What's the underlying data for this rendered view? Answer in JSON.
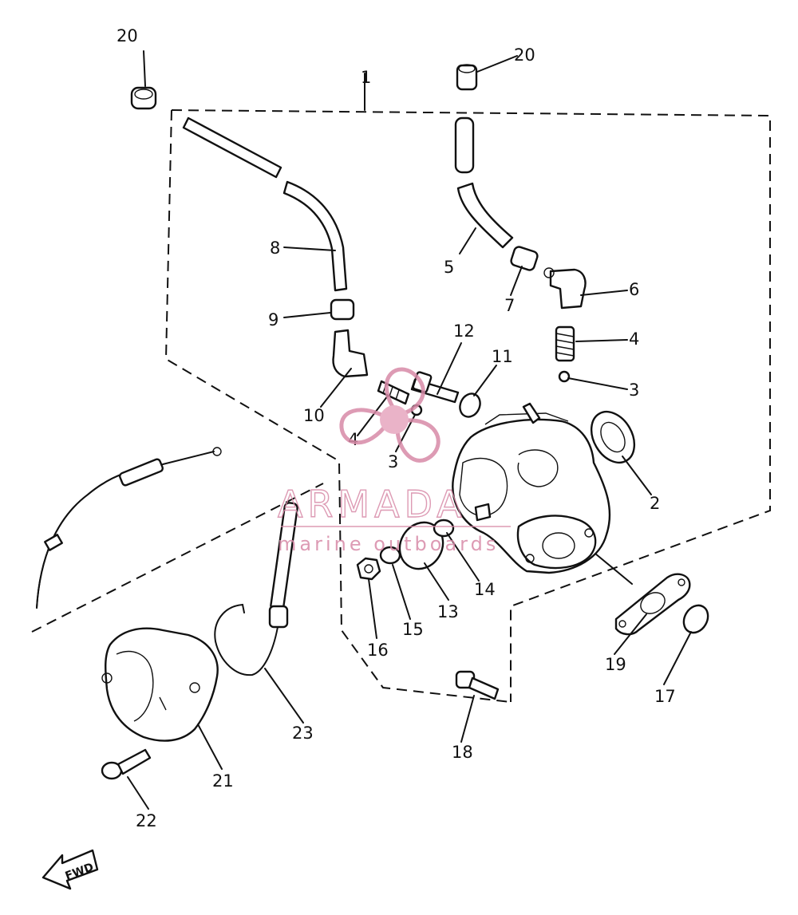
{
  "callouts": {
    "c1": "1",
    "c2": "2",
    "c3a": "3",
    "c3b": "3",
    "c4a": "4",
    "c4b": "4",
    "c5": "5",
    "c6": "6",
    "c7": "7",
    "c8": "8",
    "c9": "9",
    "c10": "10",
    "c11": "11",
    "c12": "12",
    "c13": "13",
    "c14": "14",
    "c15": "15",
    "c16": "16",
    "c17": "17",
    "c18": "18",
    "c19": "19",
    "c20a": "20",
    "c20b": "20",
    "c21": "21",
    "c22": "22",
    "c23": "23"
  },
  "fwd_label": "FWD",
  "watermark": {
    "brand": "ARMADA",
    "tagline": "marine outboards"
  },
  "colors": {
    "line": "#111111",
    "watermark": "#d88aa8",
    "background": "#ffffff"
  }
}
